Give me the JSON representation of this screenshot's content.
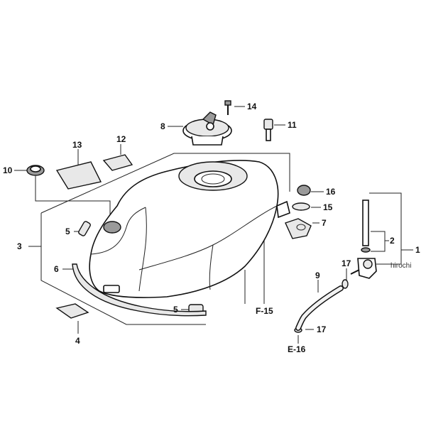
{
  "callouts": {
    "c1": "1",
    "c2": "2",
    "c3": "3",
    "c4": "4",
    "c5a": "5",
    "c5b": "5",
    "c6": "6",
    "c7": "7",
    "c8": "8",
    "c9": "9",
    "c10": "10",
    "c11": "11",
    "c12": "12",
    "c13": "13",
    "c14": "14",
    "c15": "15",
    "c16": "16",
    "c17a": "17",
    "c17b": "17"
  },
  "references": {
    "f15": "F-15",
    "e16": "E-16"
  },
  "watermark": "hirochi"
}
